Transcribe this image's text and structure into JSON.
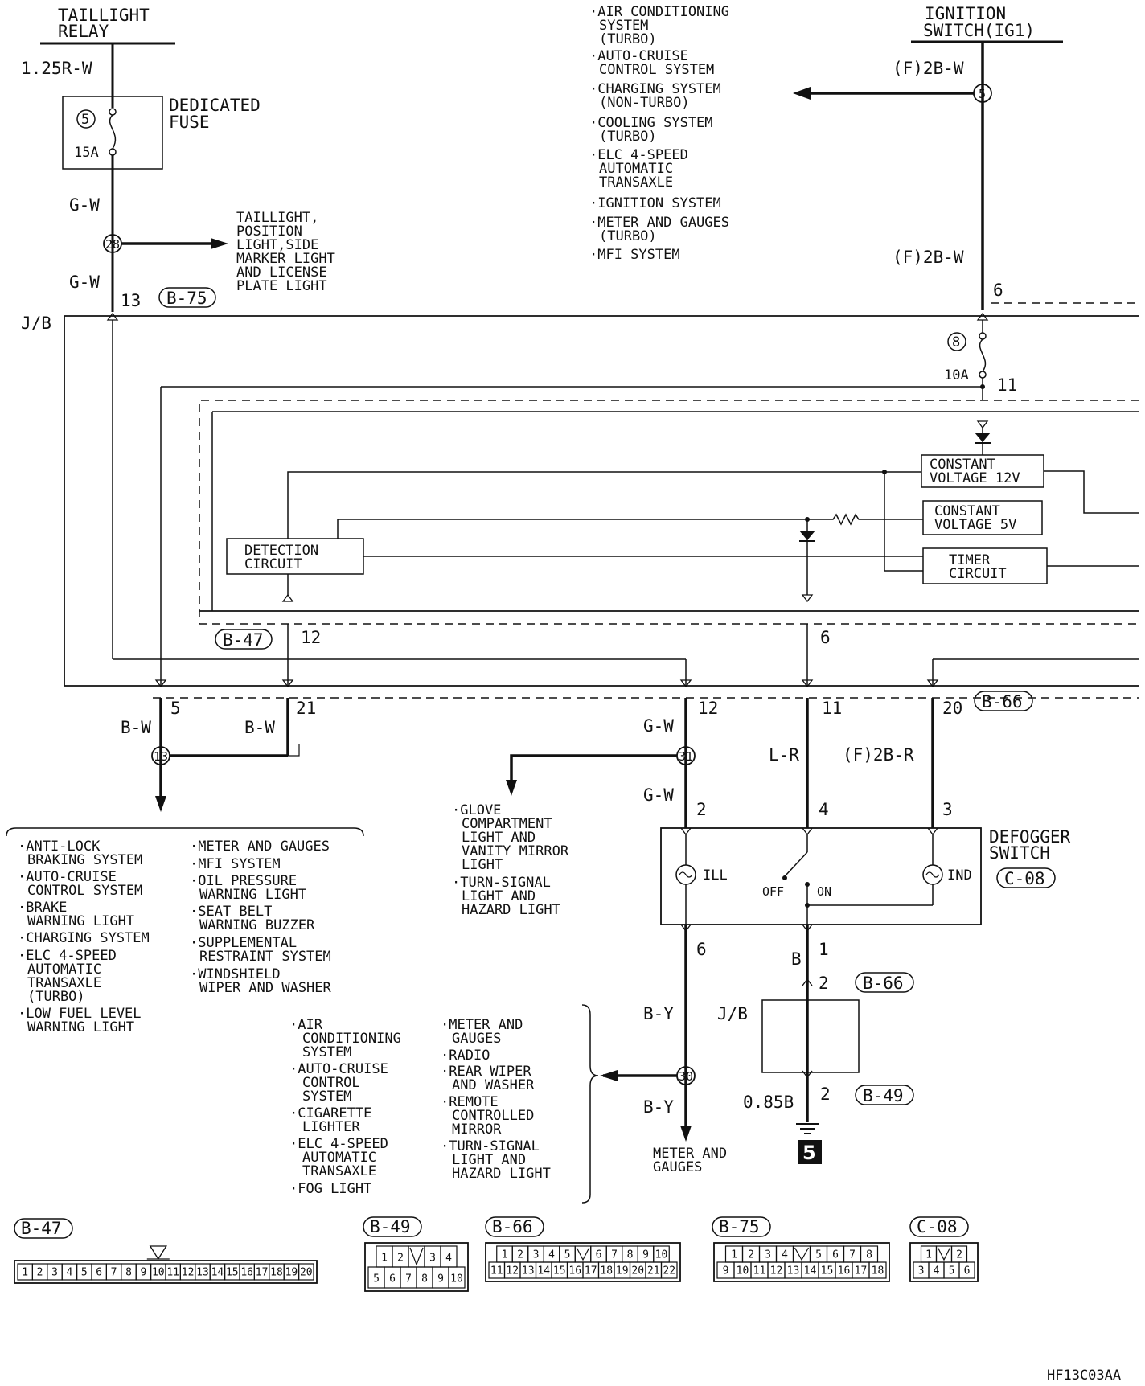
{
  "labels": {
    "taillight_relay_l1": "TAILLIGHT",
    "taillight_relay_l2": "RELAY",
    "wire_125rw": "1.25R-W",
    "dedicated_fuse_l1": "DEDICATED",
    "dedicated_fuse_l2": "FUSE",
    "fuse5_num": "5",
    "fuse5_amp": "15A",
    "wire_gw_a": "G-W",
    "splice28": "28",
    "taillight_dest": [
      "TAILLIGHT,",
      "POSITION",
      "LIGHT,SIDE",
      "MARKER LIGHT",
      "AND LICENSE",
      "PLATE LIGHT"
    ],
    "wire_gw_b": "G-W",
    "pin13": "13",
    "conn_b75": "B-75",
    "jb": "J/B",
    "ign_switch_l1": "IGNITION",
    "ign_switch_l2": "SWITCH(IG1)",
    "wire_f2bw_a": "(F)2B-W",
    "splice5": "5",
    "wire_f2bw_b": "(F)2B-W",
    "pin6_top": "6",
    "fuse8_num": "8",
    "fuse8_amp": "10A",
    "pin11_top": "11",
    "ign_dest": [
      "·AIR CONDITIONING",
      "SYSTEM",
      "(TURBO)",
      "·AUTO-CRUISE",
      "CONTROL SYSTEM",
      "·CHARGING SYSTEM",
      "(NON-TURBO)",
      "·COOLING SYSTEM",
      "(TURBO)",
      "·ELC 4-SPEED",
      "AUTOMATIC",
      "TRANSAXLE",
      "·IGNITION SYSTEM",
      "·METER AND GAUGES",
      "(TURBO)",
      "·MFI SYSTEM"
    ],
    "cv12_l1": "CONSTANT",
    "cv12_l2": "VOLTAGE 12V",
    "cv5_l1": "CONSTANT",
    "cv5_l2": "VOLTAGE 5V",
    "timer_l1": "TIMER",
    "timer_l2": "CIRCUIT",
    "detect_l1": "DETECTION",
    "detect_l2": "CIRCUIT",
    "conn_b47": "B-47",
    "pin12_b47": "12",
    "pin6_mid": "6",
    "pin5": "5",
    "pin21": "21",
    "wire_bw_a": "B-W",
    "wire_bw_b": "B-W",
    "splice13": "13",
    "pin12_jb": "12",
    "pin11_jb": "11",
    "pin20": "20",
    "conn_b66_top": "B-66",
    "wire_gw_c": "G-W",
    "splice31": "31",
    "wire_gw_d": "G-W",
    "wire_lr": "L-R",
    "wire_f2br": "(F)2B-R",
    "pin2_ill": "2",
    "pin4": "4",
    "pin3": "3",
    "glove_dest": [
      "·GLOVE",
      "COMPARTMENT",
      "LIGHT AND",
      "VANITY MIRROR",
      "LIGHT",
      "·TURN-SIGNAL",
      "LIGHT AND",
      "HAZARD LIGHT"
    ],
    "defogger_l1": "DEFOGGER",
    "defogger_l2": "SWITCH",
    "conn_c08": "C-08",
    "ill": "ILL",
    "ind": "IND",
    "off": "OFF",
    "on": "ON",
    "pin6_out": "6",
    "pin1": "1",
    "wire_b": "B",
    "pin2_b66": "2",
    "conn_b66_mid": "B-66",
    "jb2": "J/B",
    "wire_by_a": "B-Y",
    "splice30": "30",
    "wire_by_b": "B-Y",
    "wire_085b": "0.85B",
    "pin2_b49": "2",
    "conn_b49": "B-49",
    "meter_dest_l1": "METER AND",
    "meter_dest_l2": "GAUGES",
    "ground_num": "5",
    "bw_dest_col1": [
      "·ANTI-LOCK",
      "BRAKING SYSTEM",
      "·AUTO-CRUISE",
      "CONTROL SYSTEM",
      "·BRAKE",
      "WARNING LIGHT",
      "·CHARGING SYSTEM",
      "·ELC 4-SPEED",
      "AUTOMATIC",
      "TRANSAXLE",
      "(TURBO)",
      "·LOW FUEL LEVEL",
      "WARNING LIGHT"
    ],
    "bw_dest_col2": [
      "·METER AND GAUGES",
      "·MFI SYSTEM",
      "·OIL PRESSURE",
      "WARNING LIGHT",
      "·SEAT BELT",
      "WARNING BUZZER",
      "·SUPPLEMENTAL",
      "RESTRAINT SYSTEM",
      "·WINDSHIELD",
      "WIPER AND WASHER"
    ],
    "by_dest_col1": [
      "·AIR",
      "CONDITIONING",
      "SYSTEM",
      "·AUTO-CRUISE",
      "CONTROL",
      "SYSTEM",
      "·CIGARETTE",
      "LIGHTER",
      "·ELC 4-SPEED",
      "AUTOMATIC",
      "TRANSAXLE",
      "·FOG LIGHT"
    ],
    "by_dest_col2": [
      "·METER AND",
      "GAUGES",
      "·RADIO",
      "·REAR WIPER",
      "AND WASHER",
      "·REMOTE",
      "CONTROLLED",
      "MIRROR",
      "·TURN-SIGNAL",
      "LIGHT AND",
      "HAZARD LIGHT"
    ],
    "figure_code": "HF13C03AA"
  },
  "connectors": [
    {
      "name": "B-47",
      "rows": [
        [
          "1",
          "2",
          "3",
          "4",
          "5",
          "6",
          "7",
          "8",
          "9",
          "10",
          "11",
          "12",
          "13",
          "14",
          "15",
          "16",
          "17",
          "18",
          "19",
          "20"
        ]
      ]
    },
    {
      "name": "B-49",
      "rows": [
        [
          "1",
          "2",
          "",
          "3",
          "4"
        ],
        [
          "5",
          "6",
          "7",
          "8",
          "9",
          "10"
        ]
      ]
    },
    {
      "name": "B-66",
      "rows": [
        [
          "1",
          "2",
          "3",
          "4",
          "5",
          "",
          "6",
          "7",
          "8",
          "9",
          "10"
        ],
        [
          "11",
          "12",
          "13",
          "14",
          "15",
          "16",
          "17",
          "18",
          "19",
          "20",
          "21",
          "22"
        ]
      ]
    },
    {
      "name": "B-75",
      "rows": [
        [
          "1",
          "2",
          "3",
          "4",
          "",
          "5",
          "6",
          "7",
          "8"
        ],
        [
          "9",
          "10",
          "11",
          "12",
          "13",
          "14",
          "15",
          "16",
          "17",
          "18"
        ]
      ]
    },
    {
      "name": "C-08",
      "rows": [
        [
          "1",
          "",
          "2"
        ],
        [
          "3",
          "4",
          "5",
          "6"
        ]
      ]
    }
  ]
}
